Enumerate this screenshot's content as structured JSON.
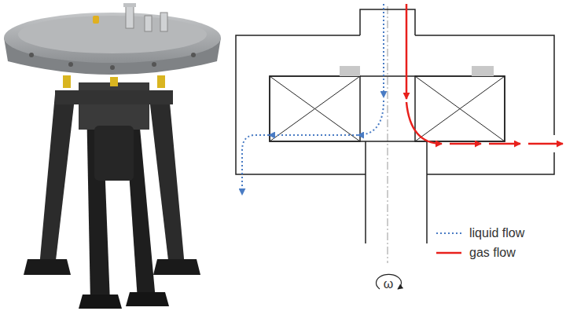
{
  "diagram": {
    "labels": [
      "ω"
    ],
    "legend": [
      {
        "text": "liquid flow"
      },
      {
        "text": "gas flow"
      }
    ]
  }
}
